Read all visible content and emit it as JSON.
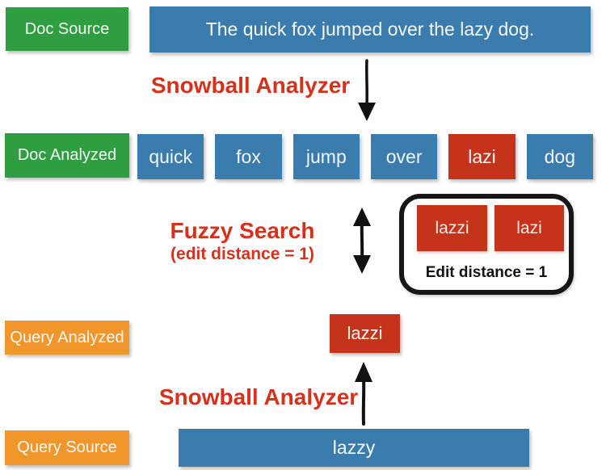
{
  "colors": {
    "green": "#2f9e41",
    "blue": "#3a7cad",
    "red_box": "#c4331a",
    "orange": "#f0962b",
    "red_text": "#d5311b",
    "arrow_black": "#111111",
    "background": "#ffffff"
  },
  "doc_source": {
    "label": "Doc Source",
    "sentence": "The quick fox jumped over the lazy dog."
  },
  "analyzer_top": {
    "label": "Snowball Analyzer"
  },
  "doc_analyzed": {
    "label": "Doc Analyzed",
    "tokens": [
      {
        "text": "quick",
        "highlight": false
      },
      {
        "text": "fox",
        "highlight": false
      },
      {
        "text": "jump",
        "highlight": false
      },
      {
        "text": "over",
        "highlight": false
      },
      {
        "text": "lazi",
        "highlight": true
      },
      {
        "text": "dog",
        "highlight": false
      }
    ]
  },
  "fuzzy_search": {
    "title": "Fuzzy Search",
    "subtitle": "(edit distance = 1)",
    "callout": {
      "terms": [
        "lazzi",
        "lazi"
      ],
      "caption": "Edit distance = 1"
    }
  },
  "query_analyzed": {
    "label": "Query Analyzed",
    "token": "lazzi"
  },
  "analyzer_bottom": {
    "label": "Snowball Analyzer"
  },
  "query_source": {
    "label": "Query Source",
    "sentence": "lazzy"
  },
  "icons": {
    "top_arrow": "down-arrow",
    "middle_arrow": "double-vertical-arrow",
    "bottom_arrow": "up-arrow"
  }
}
